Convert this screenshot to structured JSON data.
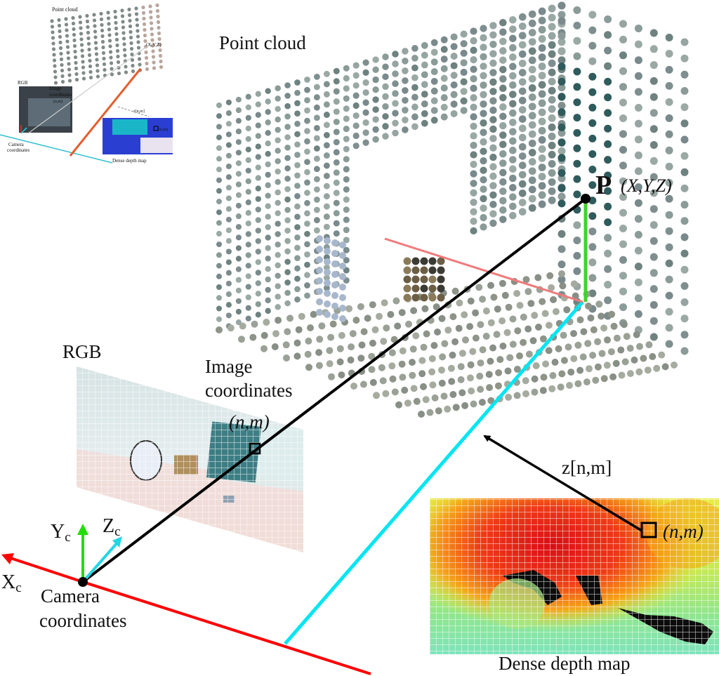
{
  "labels": {
    "point_cloud": "Point cloud",
    "rgb": "RGB",
    "image_coordinates_line1": "Image",
    "image_coordinates_line2": "coordinates",
    "image_nm": "(n,m)",
    "point_P": "P",
    "point_xyz": "(X,Y,Z)",
    "depth_value": "z[n,m]",
    "depth_nm": "(n,m)",
    "dense_depth_map": "Dense depth map",
    "camera_coordinates_line1": "Camera",
    "camera_coordinates_line2": "coordinates",
    "axis_x": "X",
    "axis_y": "Y",
    "axis_z": "Z",
    "axis_subscript": "c"
  },
  "thumbnail": {
    "point_cloud": "Point cloud",
    "rgb": "RGB",
    "image_coordinates_line1": "Image",
    "image_coordinates_line2": "coordinates",
    "image_nm": "(n,m)",
    "point_xyz": "(X,Y,Z)",
    "depth_value": "z[n,m]",
    "depth_nm": "(n,m)",
    "dense_depth_map": "Dense depth map",
    "camera_coordinates_line1": "Camera",
    "camera_coordinates_line2": "coordinates"
  },
  "colors": {
    "x_axis": "#ff0000",
    "y_axis": "#22dd00",
    "z_axis": "#22d6e6",
    "projection_line": "#000000",
    "pc_dots": "#8a9b98",
    "pc_dark": "#2f5b5c",
    "depth_hot": "#e8121e",
    "depth_cool": "#7ee8a8"
  }
}
